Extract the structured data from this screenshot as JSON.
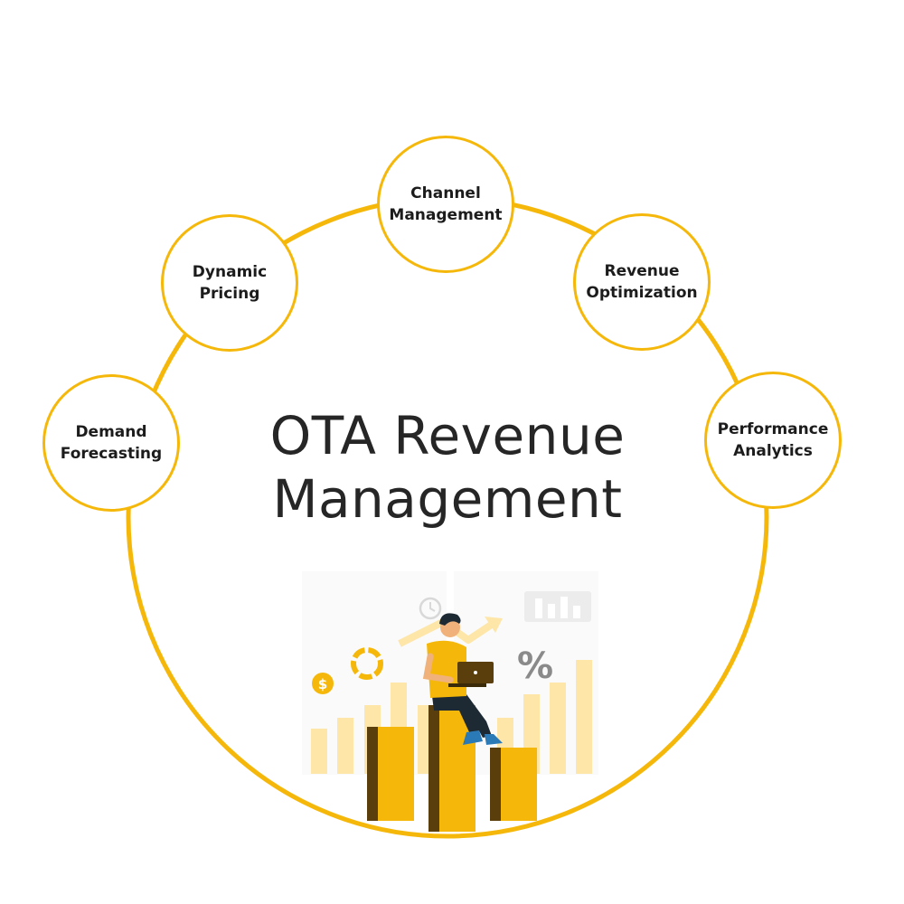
{
  "title": {
    "line1": "OTA Revenue",
    "line2": "Management"
  },
  "nodes": {
    "channel": {
      "line1": "Channel",
      "line2": "Management"
    },
    "dynamic": {
      "line1": "Dynamic",
      "line2": "Pricing"
    },
    "revenue": {
      "line1": "Revenue",
      "line2": "Optimization"
    },
    "demand": {
      "line1": "Demand",
      "line2": "Forecasting"
    },
    "performance": {
      "line1": "Performance",
      "line2": "Analytics"
    }
  },
  "illustration": {
    "dollar_symbol": "$",
    "percent_symbol": "%"
  },
  "colors": {
    "accent": "#f5b80a",
    "accent_light": "#fde6a8",
    "accent_shadow": "#5a3e0c",
    "text": "#262626"
  }
}
